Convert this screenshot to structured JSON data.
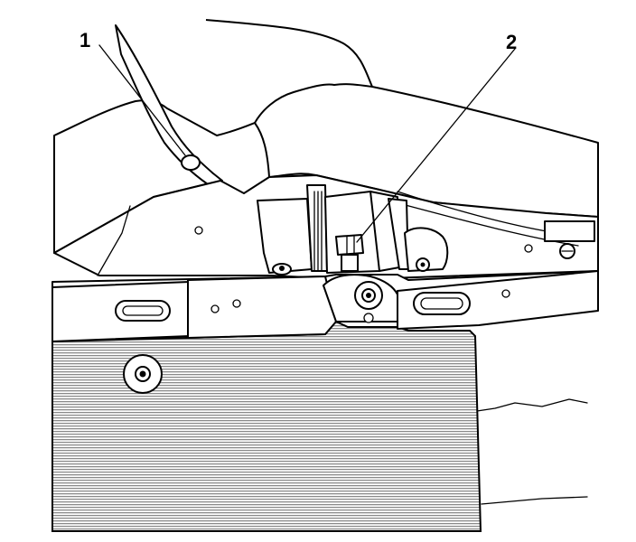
{
  "callouts": [
    {
      "id": "1",
      "label": "1"
    },
    {
      "id": "2",
      "label": "2"
    }
  ],
  "colors": {
    "line": "#000000",
    "background": "#ffffff",
    "shading": "#9a9a9a"
  }
}
